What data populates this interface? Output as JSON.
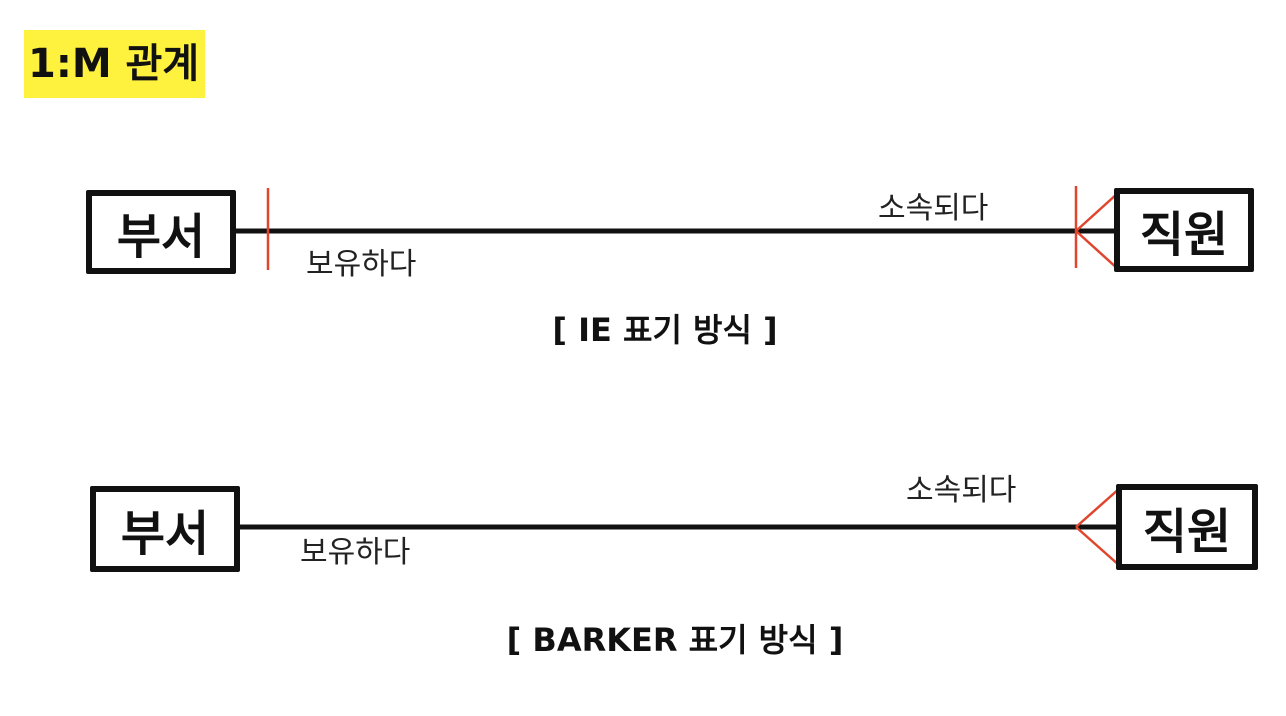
{
  "title": "1:M 관계",
  "colors": {
    "title_highlight": "#fff23e",
    "line": "#111111",
    "notation": "#e0452d"
  },
  "ie_diagram": {
    "left_entity": "부서",
    "right_entity": "직원",
    "left_role": "보유하다",
    "right_role": "소속되다",
    "caption": "[ IE 표기 방식 ]",
    "left_cardinality": "one",
    "right_cardinality": "many"
  },
  "barker_diagram": {
    "left_entity": "부서",
    "right_entity": "직원",
    "left_role": "보유하다",
    "right_role": "소속되다",
    "caption": "[ BARKER 표기 방식 ]",
    "right_cardinality": "many"
  }
}
